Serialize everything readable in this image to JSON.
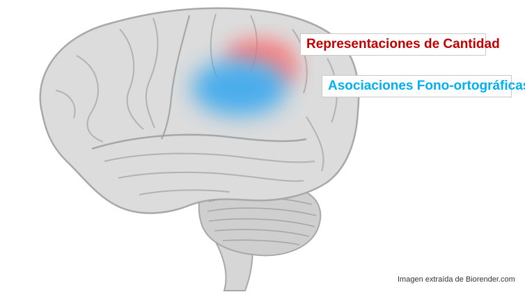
{
  "labels": {
    "cantidad": "Representaciones de Cantidad",
    "fono": "Asociaciones Fono-ortográficas"
  },
  "credit": "Imagen extraída de Biorender.com",
  "colors": {
    "cantidad": "#c00000",
    "fono": "#00b0f0",
    "brain_fill": "#dcdcdc",
    "brain_outline": "#a8a8a8",
    "cerebellum_fill": "#cfcfcf",
    "highlight_red": "#ff6f6f",
    "highlight_blue": "#3aa8ee"
  }
}
